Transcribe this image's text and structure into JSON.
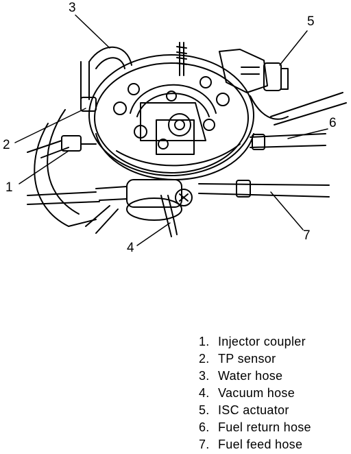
{
  "callouts": {
    "c1": "1",
    "c2": "2",
    "c3": "3",
    "c4": "4",
    "c5": "5",
    "c6": "6",
    "c7": "7"
  },
  "legend": [
    {
      "number": "1.",
      "label": "Injector coupler"
    },
    {
      "number": "2.",
      "label": "TP sensor"
    },
    {
      "number": "3.",
      "label": "Water hose"
    },
    {
      "number": "4.",
      "label": "Vacuum hose"
    },
    {
      "number": "5.",
      "label": "ISC actuator"
    },
    {
      "number": "6.",
      "label": "Fuel return hose"
    },
    {
      "number": "7.",
      "label": "Fuel feed hose"
    }
  ],
  "colors": {
    "ink": "#000000",
    "paper": "#ffffff"
  }
}
